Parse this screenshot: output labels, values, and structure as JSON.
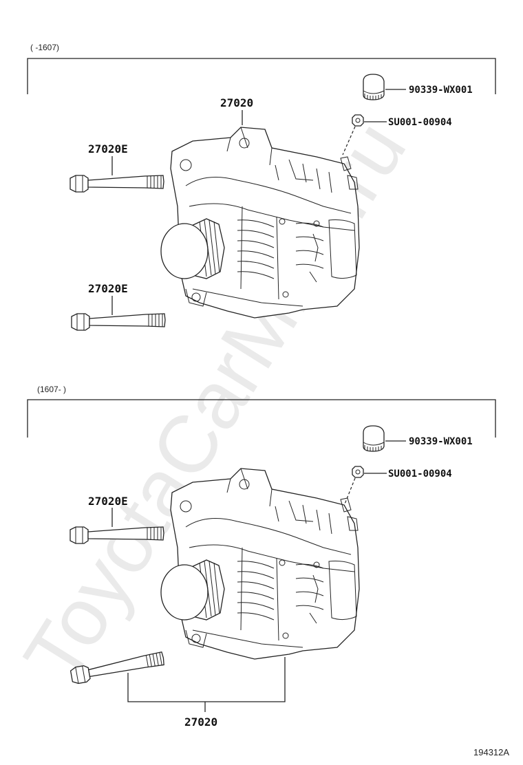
{
  "watermark": "ToyotaCarMine.ru",
  "image_id": "194312A",
  "groups": [
    {
      "date_range": "(      -1607)",
      "labels": {
        "alternator": "27020",
        "bolt_top": "27020E",
        "bolt_bottom": "27020E",
        "cap": "90339-WX001",
        "nut": "SU001-00904"
      }
    },
    {
      "date_range": "(1607-      )",
      "labels": {
        "alternator": "27020",
        "bolt_top": "27020E",
        "cap": "90339-WX001",
        "nut": "SU001-00904"
      }
    }
  ]
}
